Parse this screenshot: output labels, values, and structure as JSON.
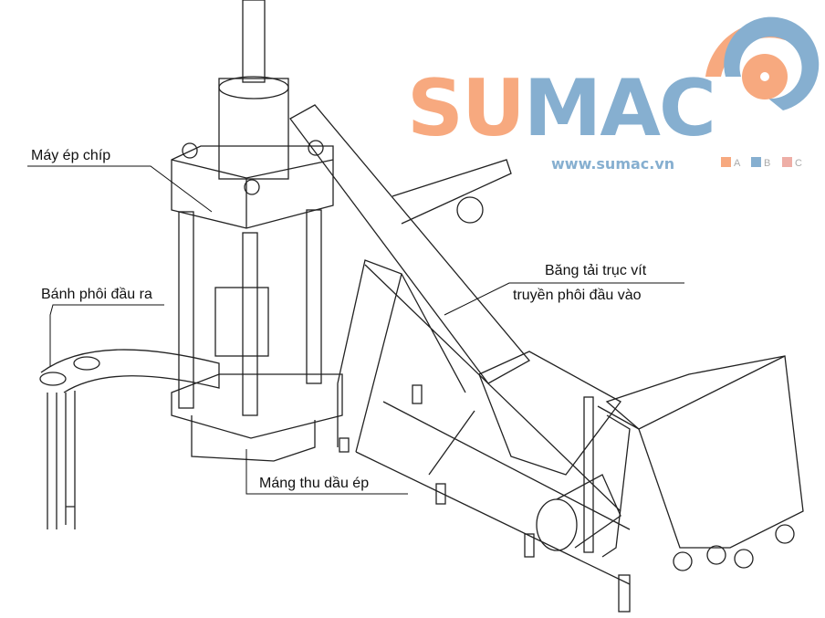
{
  "logo": {
    "brand_orange": "SU",
    "brand_blue": "MAC",
    "url": "www.sumac.vn",
    "legend": [
      "A",
      "B",
      "C"
    ],
    "colors": {
      "orange": "#F7A97F",
      "blue": "#86AFD0",
      "pink": "#EEAEA6"
    }
  },
  "labels": {
    "press": "Máy ép chíp",
    "briquette_out": "Bánh phôi đầu ra",
    "conveyor_line1": "Băng tải trục vít",
    "conveyor_line2": "truyền phôi đầu vào",
    "oil_tray": "Máng thu dầu ép"
  }
}
